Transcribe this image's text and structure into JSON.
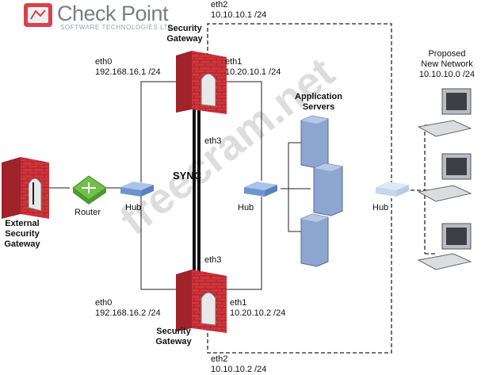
{
  "brand": {
    "name": "Check Point",
    "tagline": "SOFTWARE TECHNOLOGIES LTD."
  },
  "watermark": "freecram.net",
  "sync_label": "SYNC",
  "labels": {
    "sg_top_eth2": "eth2\n10.10.10.1 /24",
    "sg_top_name": "Security\nGateway",
    "sg_top_eth0": "eth0\n192.168.16.1 /24",
    "sg_top_eth1": "eth1\n10.20.10.1 /24",
    "sg_top_eth3": "eth3",
    "sg_bot_eth3": "eth3",
    "sg_bot_eth0": "eth0\n192.168.16.2 /24",
    "sg_bot_eth1": "eth1\n10.20.10.2 /24",
    "sg_bot_name": "Security\nGateway",
    "sg_bot_eth2": "eth2\n10.10.10.2 /24",
    "ext_gw": "External\nSecurity\nGateway",
    "router": "Router",
    "hub_left": "Hub",
    "hub_mid": "Hub",
    "hub_right": "Hub",
    "app_servers": "Application\nServers",
    "proposed": "Proposed\nNew Network\n10.10.10.0 /24"
  },
  "colors": {
    "firewall_red": "#d0343c",
    "router_green": "#6fbf4a",
    "hub_blue": "#8fb0de",
    "server_blue": "#8ea6cf",
    "line": "#222222"
  }
}
